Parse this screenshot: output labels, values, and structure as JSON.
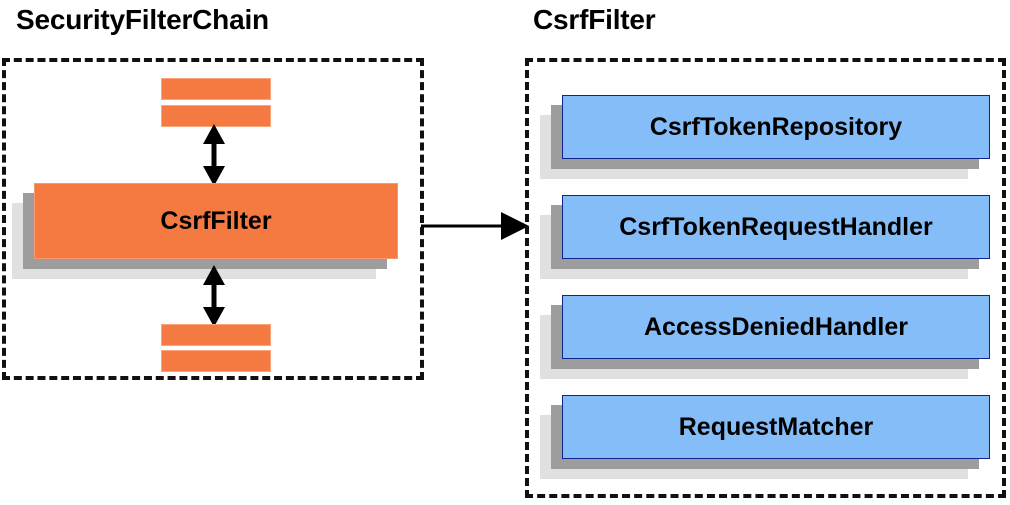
{
  "diagram": {
    "panels": [
      {
        "id": "security-filter-chain",
        "title": "SecurityFilterChain",
        "main_block_label": "CsrfFilter",
        "placeholder_bars": 4
      },
      {
        "id": "csrf-filter",
        "title": "CsrfFilter",
        "collaborators": [
          {
            "label": "CsrfTokenRepository"
          },
          {
            "label": "CsrfTokenRequestHandler"
          },
          {
            "label": "AccessDeniedHandler"
          },
          {
            "label": "RequestMatcher"
          }
        ]
      }
    ],
    "colors": {
      "orange_fill": "#f47a42",
      "orange_border": "#f79a6b",
      "blue_fill": "#84bdf7",
      "blue_border": "#11228c",
      "shadow_dark": "#9d9d9d",
      "shadow_light": "#e0e0e0",
      "dashed_border": "#111111",
      "text": "#000000",
      "background": "#ffffff"
    },
    "connectors": [
      {
        "id": "chain-to-filter",
        "type": "arrow-right",
        "direction": "one-way"
      },
      {
        "id": "above-filter",
        "type": "arrow-vertical",
        "direction": "two-way"
      },
      {
        "id": "below-filter",
        "type": "arrow-vertical",
        "direction": "two-way"
      }
    ]
  }
}
